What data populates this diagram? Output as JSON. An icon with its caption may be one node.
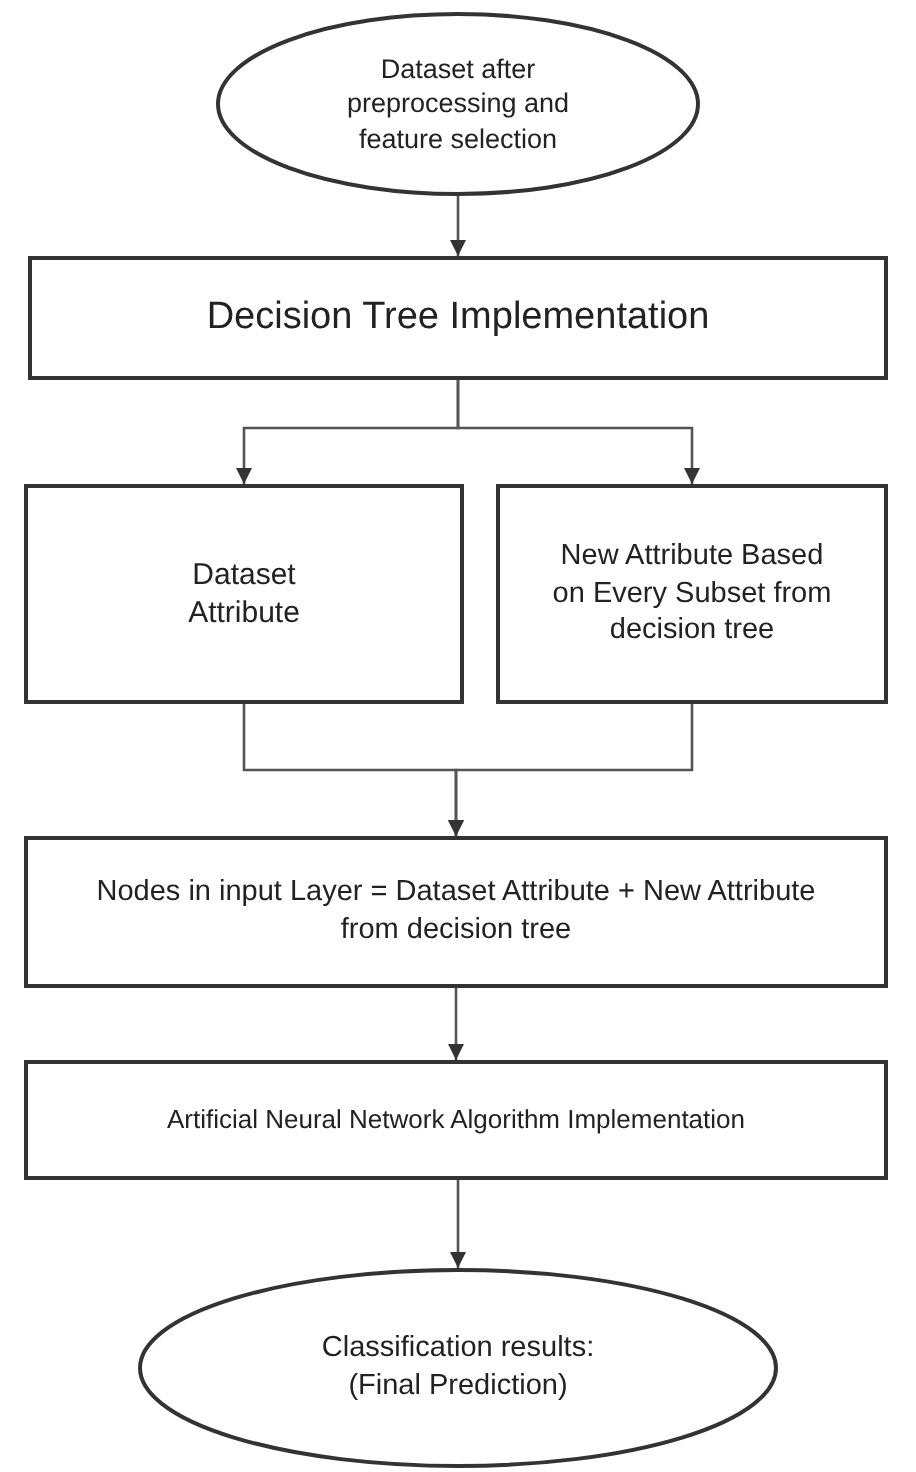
{
  "diagram": {
    "nodes": [
      {
        "text": [
          "Dataset after preprocessing and feature selection"
        ]
      },
      {
        "text": [
          "Decision Tree Implementation"
        ]
      },
      {
        "text": [
          "Dataset Attribute"
        ]
      },
      {
        "text": [
          "New Attribute Based on Every Subset from decision tree"
        ]
      },
      {
        "text": [
          "Nodes in input Layer = Dataset Attribute + New Attribute from decision tree"
        ]
      },
      {
        "text": [
          "Artificial Neural Network Algorithm Implementation"
        ]
      },
      {
        "text": [
          "Classification results: (Final Prediction)"
        ]
      }
    ],
    "edges": [
      {
        "from": 0,
        "to": 1,
        "arrow": "to"
      },
      {
        "from": 1,
        "to": 2,
        "arrow": "to"
      },
      {
        "from": 1,
        "to": 3,
        "arrow": "to"
      },
      {
        "from": 2,
        "to": 4,
        "arrow": "to"
      },
      {
        "from": 3,
        "to": 4,
        "arrow": "to"
      },
      {
        "from": 4,
        "to": 5,
        "arrow": "to"
      },
      {
        "from": 5,
        "to": 6,
        "arrow": "to"
      }
    ]
  }
}
